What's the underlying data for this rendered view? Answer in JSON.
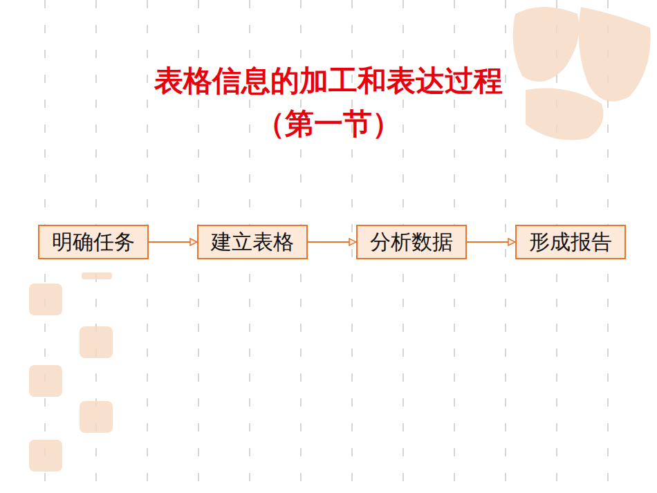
{
  "diagram": {
    "title": "表格信息的加工和表达过程 （第一节）",
    "nodes": [
      {
        "text": [
          "明确任务"
        ]
      },
      {
        "text": [
          "建立表格"
        ]
      },
      {
        "text": [
          "分析数据"
        ]
      },
      {
        "text": [
          "形成报告"
        ]
      }
    ],
    "edges": [
      {
        "from": 0,
        "to": 1,
        "arrow": "to"
      },
      {
        "from": 1,
        "to": 2,
        "arrow": "to"
      },
      {
        "from": 2,
        "to": 3,
        "arrow": "to"
      }
    ]
  }
}
